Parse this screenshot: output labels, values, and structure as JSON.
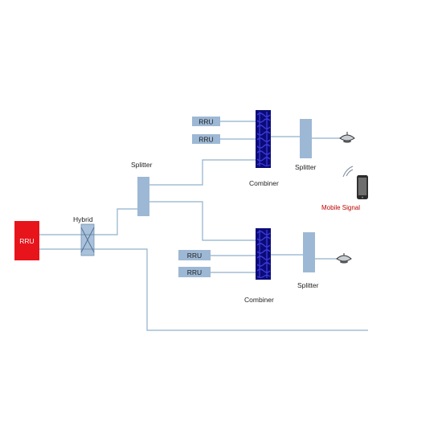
{
  "nodes": {
    "source_rru": "RRU",
    "rru_top_1": "RRU",
    "rru_top_2": "RRU",
    "rru_bottom_1": "RRU",
    "rru_bottom_2": "RRU"
  },
  "labels": {
    "hybrid": "Hybrid",
    "splitter_main": "Splitter",
    "splitter_top": "Splitter",
    "splitter_bottom": "Splitter",
    "combiner_top": "Combiner",
    "combiner_bottom": "Combiner",
    "mobile_signal": "Mobile Signal"
  },
  "colors": {
    "source_rru": "#e8141b",
    "rru_box": "#9db8d4",
    "splitter": "#9db8d4",
    "combiner": "#0b0b78",
    "combiner_highlight": "#3a3ad6",
    "wire": "#8fb0cc",
    "mobile_signal": "#c00000"
  },
  "icons": {
    "hybrid": "hybrid-coupler-icon",
    "combiner": "combiner-icon",
    "antenna": "ceiling-antenna-icon",
    "phone": "mobile-phone-icon",
    "signal": "signal-waves-icon"
  }
}
